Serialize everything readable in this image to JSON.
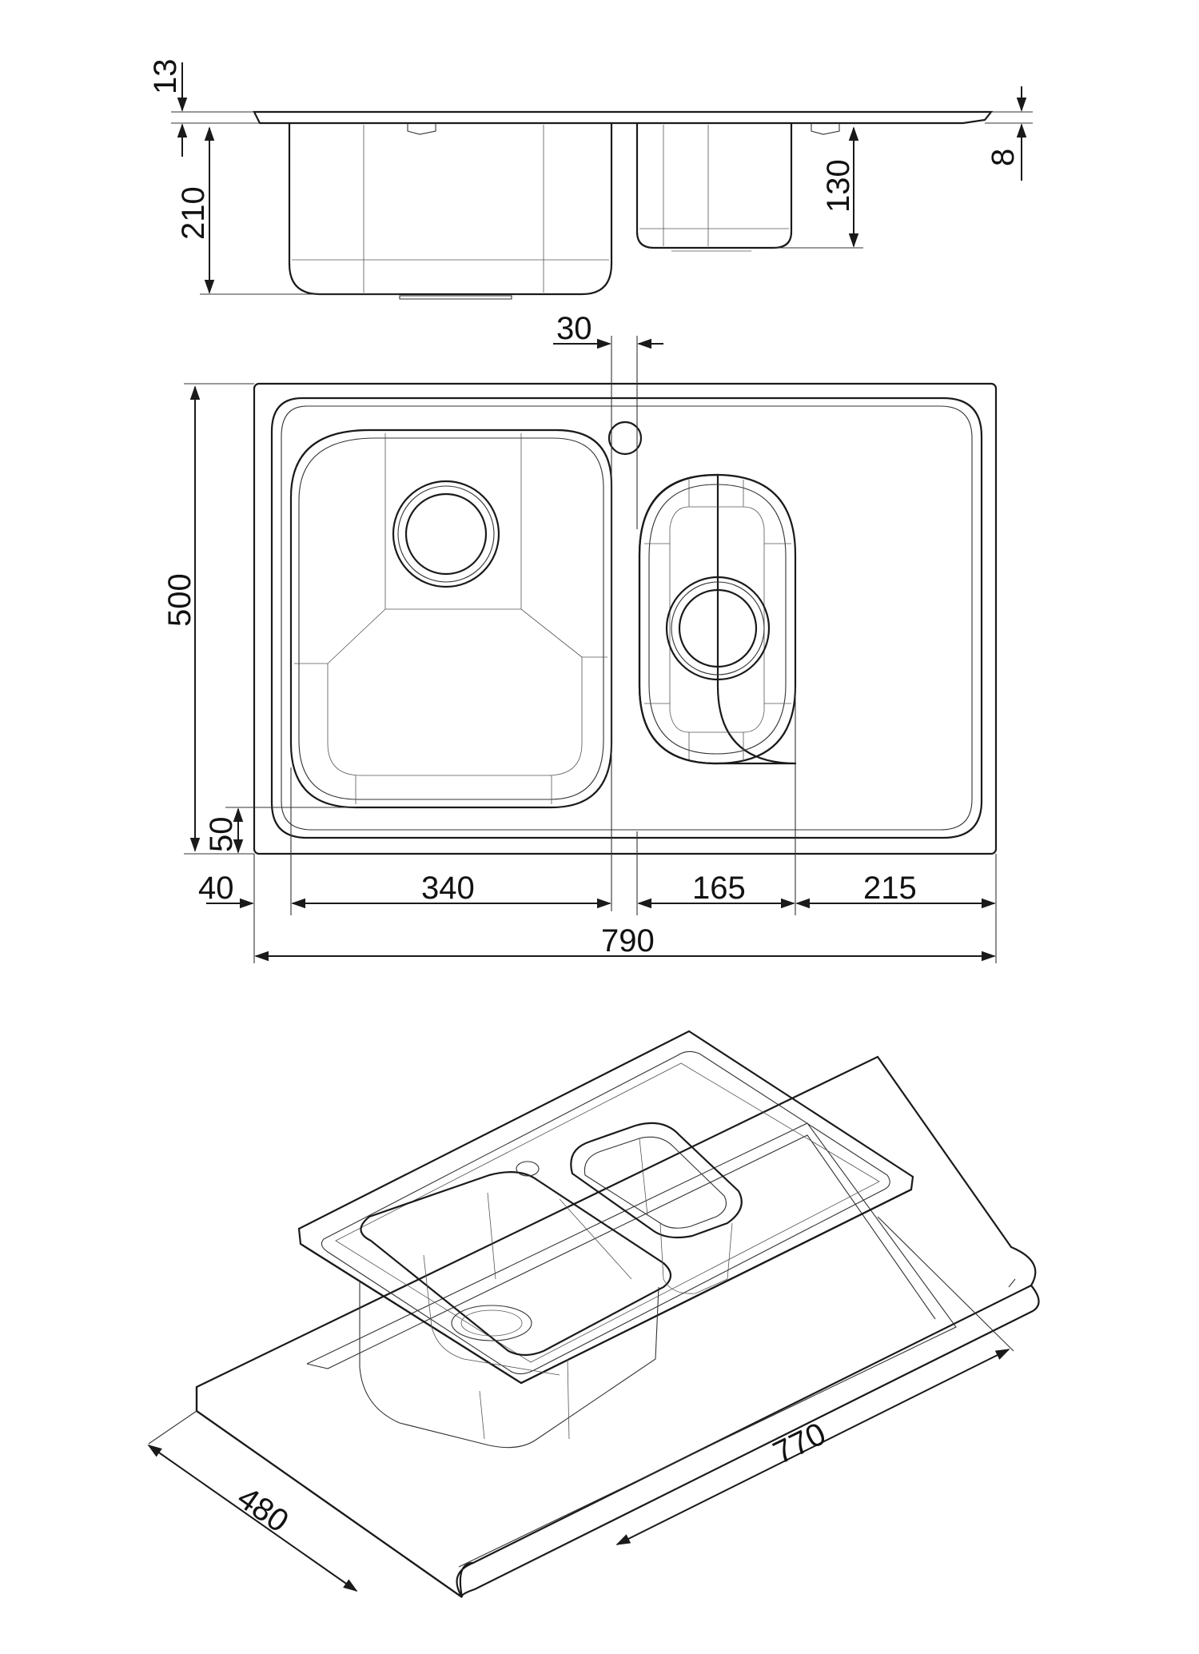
{
  "dimensions": {
    "flange_thickness": "13",
    "main_bowl_depth": "210",
    "small_bowl_depth": "130",
    "rim_height": "8",
    "bowl_gap": "30",
    "overall_depth": "500",
    "front_margin": "50",
    "left_margin": "40",
    "main_bowl_width": "340",
    "small_bowl_width": "165",
    "drainer_width": "215",
    "overall_width": "790",
    "cutout_width": "770",
    "cutout_depth": "480"
  },
  "colors": {
    "line": "#1a1a1a",
    "background": "#ffffff"
  }
}
